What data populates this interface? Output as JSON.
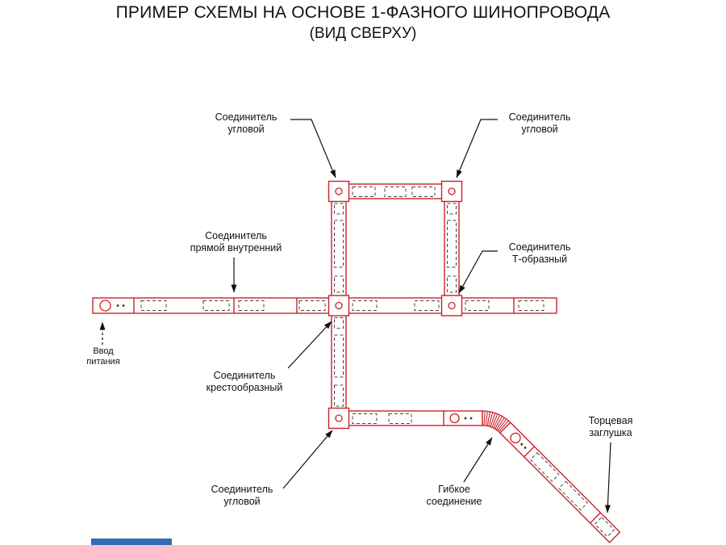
{
  "title": {
    "line1": "ПРИМЕР СХЕМЫ НА ОСНОВЕ 1-ФАЗНОГО ШИНОПРОВОДА",
    "line2": "(ВИД СВЕРХУ)"
  },
  "labels": {
    "corner_top_left": "Соединитель\nугловой",
    "corner_top_right": "Соединитель\nугловой",
    "straight_internal": "Соединитель\nпрямой внутренний",
    "t_shaped": "Соединитель\nТ-образный",
    "power_input": "Ввод\nпитания",
    "cross_shaped": "Соединитель\nкрестообразный",
    "corner_bottom": "Соединитель\nугловой",
    "flexible": "Гибкое\nсоединение",
    "end_cap": "Торцевая\nзаглушка"
  },
  "colors": {
    "red": "#cc2128",
    "ink": "#111111",
    "dash": "#444444",
    "blue": "#2f6cb5"
  }
}
